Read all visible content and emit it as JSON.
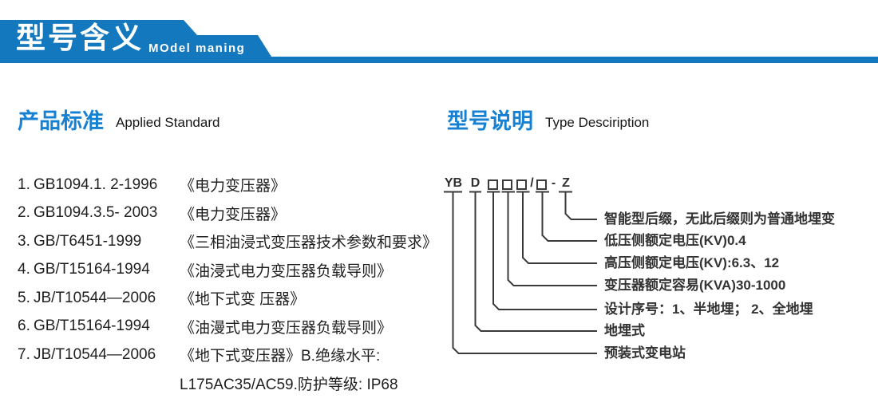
{
  "banner": {
    "title": "型号含义",
    "subtitle": "MOdel maning"
  },
  "colors": {
    "banner_blue": "#1378bd",
    "heading_blue": "#1680d2",
    "line_gray": "#3a3a3a"
  },
  "left": {
    "heading": "产品标准",
    "heading_en": "Applied Standard",
    "items": [
      {
        "num": "1.",
        "code": "GB1094.1. 2-1996",
        "title": "《电力变压器》"
      },
      {
        "num": "2.",
        "code": "GB1094.3.5- 2003",
        "title": "《电力变压器》"
      },
      {
        "num": "3.",
        "code": "GB/T6451-1999",
        "title": "《三相油浸式变压器技术参数和要求》"
      },
      {
        "num": "4.",
        "code": "GB/T15164-1994",
        "title": "《油浸式电力变压器负载导则》"
      },
      {
        "num": "5.",
        "code": "JB/T10544—2006",
        "title": "《地下式变 压器》"
      },
      {
        "num": "6.",
        "code": "GB/T15164-1994",
        "title": "《油漫式电力变压器负载导则》"
      },
      {
        "num": "7.",
        "code": "JB/T10544—2006",
        "title": "《地下式变压器》B.绝缘水平:"
      }
    ],
    "continuation": "L175AC35/AC59.防护等级: IP68"
  },
  "right": {
    "heading": "型号说明",
    "heading_en": "Type Desciription",
    "model_code": {
      "part_yb": "YB",
      "part_d": "D",
      "part_slash": "/",
      "part_hyphen": "-",
      "part_z": "Z"
    },
    "labels": [
      "智能型后缀，无此后缀则为普通地埋变",
      "低压侧额定电压(KV)0.4",
      "高压侧额定电压(KV):6.3、12",
      "变压器额定容易(KVA)30-1000",
      "设计序号：1、半地埋； 2、全地埋",
      "地埋式",
      "预装式变电站"
    ]
  }
}
